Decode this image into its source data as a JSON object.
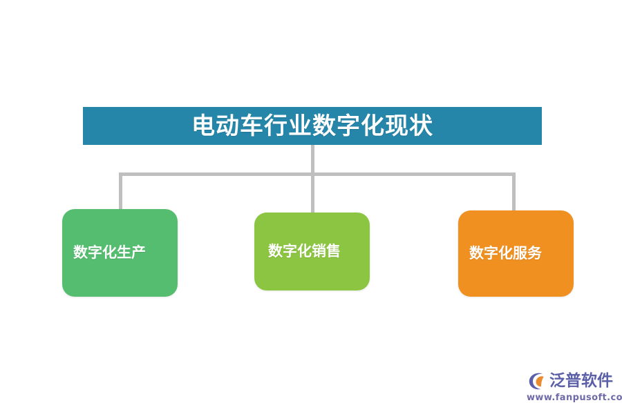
{
  "diagram": {
    "type": "org-chart",
    "background_color": "#FFFFFF",
    "connector_color": "#BFBFBF",
    "root": {
      "label": "电动车行业数字化现状",
      "color": "#2586AA",
      "text_color": "#FFFFFF"
    },
    "children": [
      {
        "label": "数字化生产",
        "color": "#55BD6F",
        "text_color": "#FFFFFF"
      },
      {
        "label": "数字化销售",
        "color": "#8CC541",
        "text_color": "#FFFFFF"
      },
      {
        "label": "数字化服务",
        "color": "#EF9021",
        "text_color": "#FFFFFF"
      }
    ]
  },
  "brand": {
    "name": "泛普软件",
    "url": "www.fanpusoft.com",
    "mark_color": "#5B5FA8",
    "mark_accent_color": "#E98B2E"
  }
}
